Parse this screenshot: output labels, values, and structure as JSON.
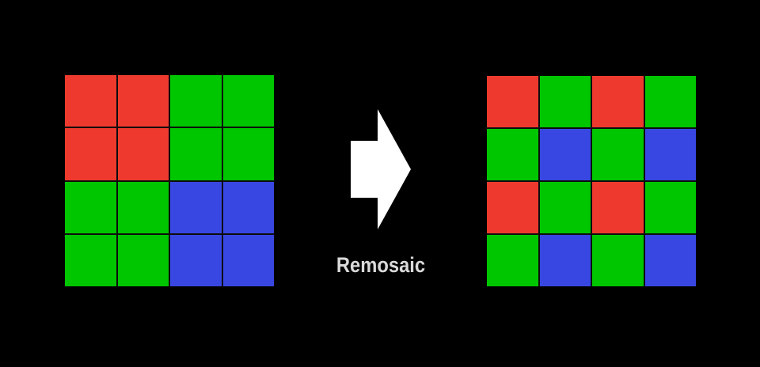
{
  "label": {
    "remosaic": "Remosaic"
  },
  "colors": {
    "background": "#000000",
    "grid_line": "#0d0d0d",
    "arrow": "#ffffff",
    "label_text": "#d9d9d9"
  },
  "cell_colors": {
    "R": "#ee3a2e",
    "G": "#00c600",
    "B": "#3847e1"
  },
  "left_grid": {
    "description": "quad-bayer-2x2-binned-pattern",
    "rows": [
      [
        "R",
        "R",
        "G",
        "G"
      ],
      [
        "R",
        "R",
        "G",
        "G"
      ],
      [
        "G",
        "G",
        "B",
        "B"
      ],
      [
        "G",
        "G",
        "B",
        "B"
      ]
    ]
  },
  "right_grid": {
    "description": "standard-bayer-rggb-pattern",
    "rows": [
      [
        "R",
        "G",
        "R",
        "G"
      ],
      [
        "G",
        "B",
        "G",
        "B"
      ],
      [
        "R",
        "G",
        "R",
        "G"
      ],
      [
        "G",
        "B",
        "G",
        "B"
      ]
    ]
  }
}
